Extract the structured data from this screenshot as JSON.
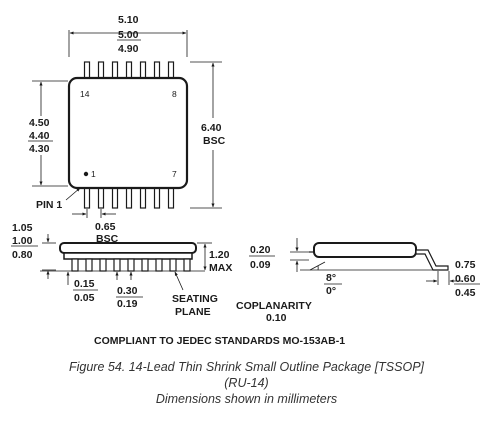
{
  "top_view": {
    "width_dims": [
      "5.10",
      "5.00",
      "4.90"
    ],
    "height_dims": [
      "4.50",
      "4.40",
      "4.30"
    ],
    "span_dims": [
      "6.40",
      "BSC"
    ],
    "corner_labels": {
      "top_left": "14",
      "top_right": "8",
      "bottom_left": "1",
      "bottom_right": "7"
    },
    "pin1_label": "PIN 1",
    "pitch_dims": [
      "0.65",
      "BSC"
    ]
  },
  "side_view": {
    "standoff_dims": [
      "1.05",
      "1.00",
      "0.80"
    ],
    "height_dims": [
      "1.20",
      "MAX"
    ],
    "foot_dims": [
      "0.15",
      "0.05"
    ],
    "lead_width_dims": [
      "0.30",
      "0.19"
    ],
    "seating_plane": [
      "SEATING",
      "PLANE"
    ],
    "coplanarity": [
      "COPLANARITY",
      "0.10"
    ]
  },
  "end_view": {
    "lead_thickness_dims": [
      "0.20",
      "0.09"
    ],
    "angle_dims": [
      "8°",
      "0°"
    ],
    "foot_length_dims": [
      "0.75",
      "0.60",
      "0.45"
    ]
  },
  "compliance": "COMPLIANT TO JEDEC STANDARDS MO-153AB-1",
  "caption": {
    "line1": "Figure 54. 14-Lead Thin Shrink Small Outline Package [TSSOP]",
    "line2": "(RU-14)",
    "line3": "Dimensions shown in millimeters"
  }
}
